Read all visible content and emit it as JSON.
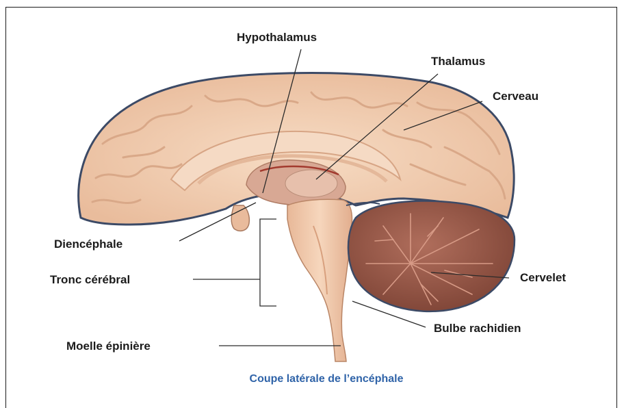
{
  "labels": {
    "hypothalamus": "Hypothalamus",
    "thalamus": "Thalamus",
    "cerveau": "Cerveau",
    "diencephale": "Diencéphale",
    "tronc_cerebral": "Tronc cérébral",
    "cervelet": "Cervelet",
    "bulbe_rachidien": "Bulbe rachidien",
    "moelle_epiniere": "Moelle épinière"
  },
  "caption": "Coupe latérale de l’encéphale",
  "colors": {
    "cortex": "#f3d2b6",
    "cortex_shadow": "#d9a888",
    "outline": "#3c4a66",
    "cerebellum": "#9e5f4f",
    "brainstem": "#efc8a6",
    "caption": "#2f63a8"
  }
}
